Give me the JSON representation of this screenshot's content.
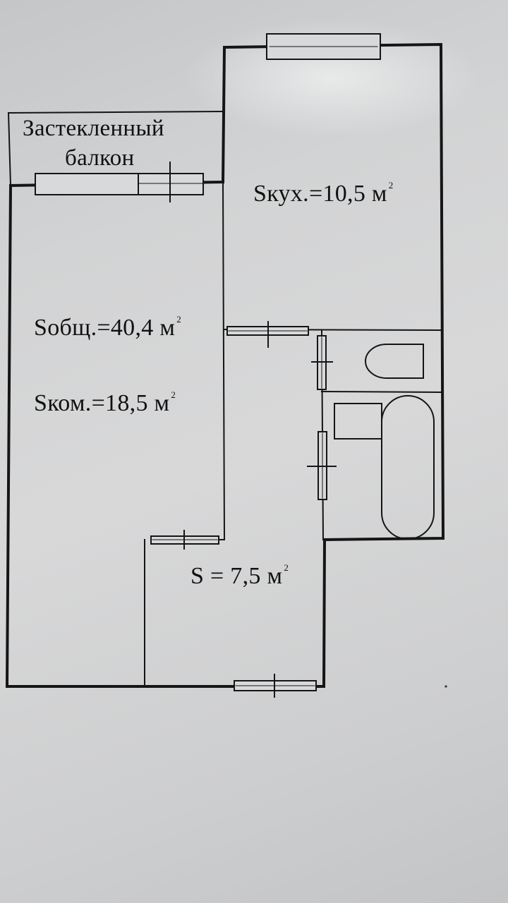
{
  "labels": {
    "balcony_line1": "Застекленный",
    "balcony_line2": "балкон",
    "kitchen_area": "Sкух.=10,5 м",
    "total_area": "Sобщ.=40,4 м",
    "room_area": "Sком.=18,5 м",
    "hall_area": "S = 7,5 м",
    "unit_exponent": "2"
  },
  "colors": {
    "paper": "#d6d6d7",
    "ink": "#111111"
  }
}
